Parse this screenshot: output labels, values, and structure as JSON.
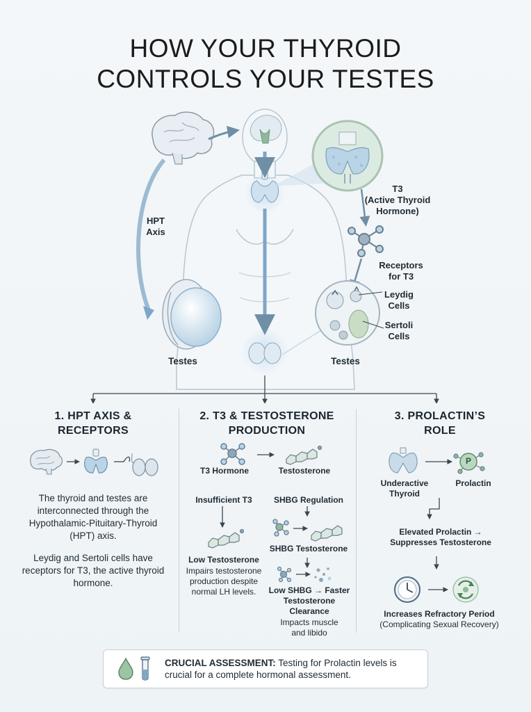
{
  "title": {
    "line1": "HOW YOUR THYROID",
    "line2": "CONTROLS YOUR TESTES"
  },
  "hero": {
    "hpt_label_1": "HPT",
    "hpt_label_2": "Axis",
    "t3_line1": "T3",
    "t3_line2": "(Active Thyroid",
    "t3_line3": "Hormone)",
    "receptors_line1": "Receptors",
    "receptors_line2": "for T3",
    "leydig_line1": "Leydig",
    "leydig_line2": "Cells",
    "sertoli_line1": "Sertoli",
    "sertoli_line2": "Cells",
    "testes_left": "Testes",
    "testes_right": "Testes"
  },
  "col1": {
    "heading_1": "1. HPT AXIS &",
    "heading_2": "RECEPTORS",
    "para1": "The thyroid and testes are interconnected through the Hypothalamic-Pituitary-Thyroid (HPT) axis.",
    "para2": "Leydig and Sertoli cells have receptors for T3, the active thyroid hormone."
  },
  "col2": {
    "heading_1": "2. T3 & TESTOSTERONE",
    "heading_2": "PRODUCTION",
    "t3_hormone": "T3 Hormone",
    "testosterone": "Testosterone",
    "insufficient_t3": "Insufficient T3",
    "shbg_regulation": "SHBG Regulation",
    "low_testosterone": "Low Testosterone",
    "low_t_desc": "Impairs testosterone production despite normal LH levels.",
    "shbg_testosterone": "SHBG  Testosterone",
    "low_shbg": "Low SHBG → Faster Testosterone Clearance",
    "low_shbg_desc": "Impacts muscle and libido"
  },
  "col3": {
    "heading_1": "3. PROLACTIN’S",
    "heading_2": "ROLE",
    "underactive_1": "Underactive",
    "underactive_2": "Thyroid",
    "prolactin": "Prolactin",
    "p_letter": "P",
    "elevated_1": "Elevated Prolactin →",
    "elevated_2": "Suppresses Testosterone",
    "refractory": "Increases Refractory Period",
    "refractory_note": "(Complicating Sexual Recovery)"
  },
  "assessment": {
    "label": "CRUCIAL ASSESSMENT:",
    "text": " Testing for Prolactin levels is crucial for a complete hormonal assessment."
  },
  "colors": {
    "accent_blue": "#8fb6d6",
    "accent_green": "#8fb89c",
    "arrow": "#6f8fa6",
    "line": "#3a4650"
  },
  "icons": [
    "brain-icon",
    "thyroid-icon",
    "testes-icon",
    "molecule-icon",
    "clock-icon",
    "refresh-icon",
    "drop-icon",
    "test-tube-icon"
  ]
}
